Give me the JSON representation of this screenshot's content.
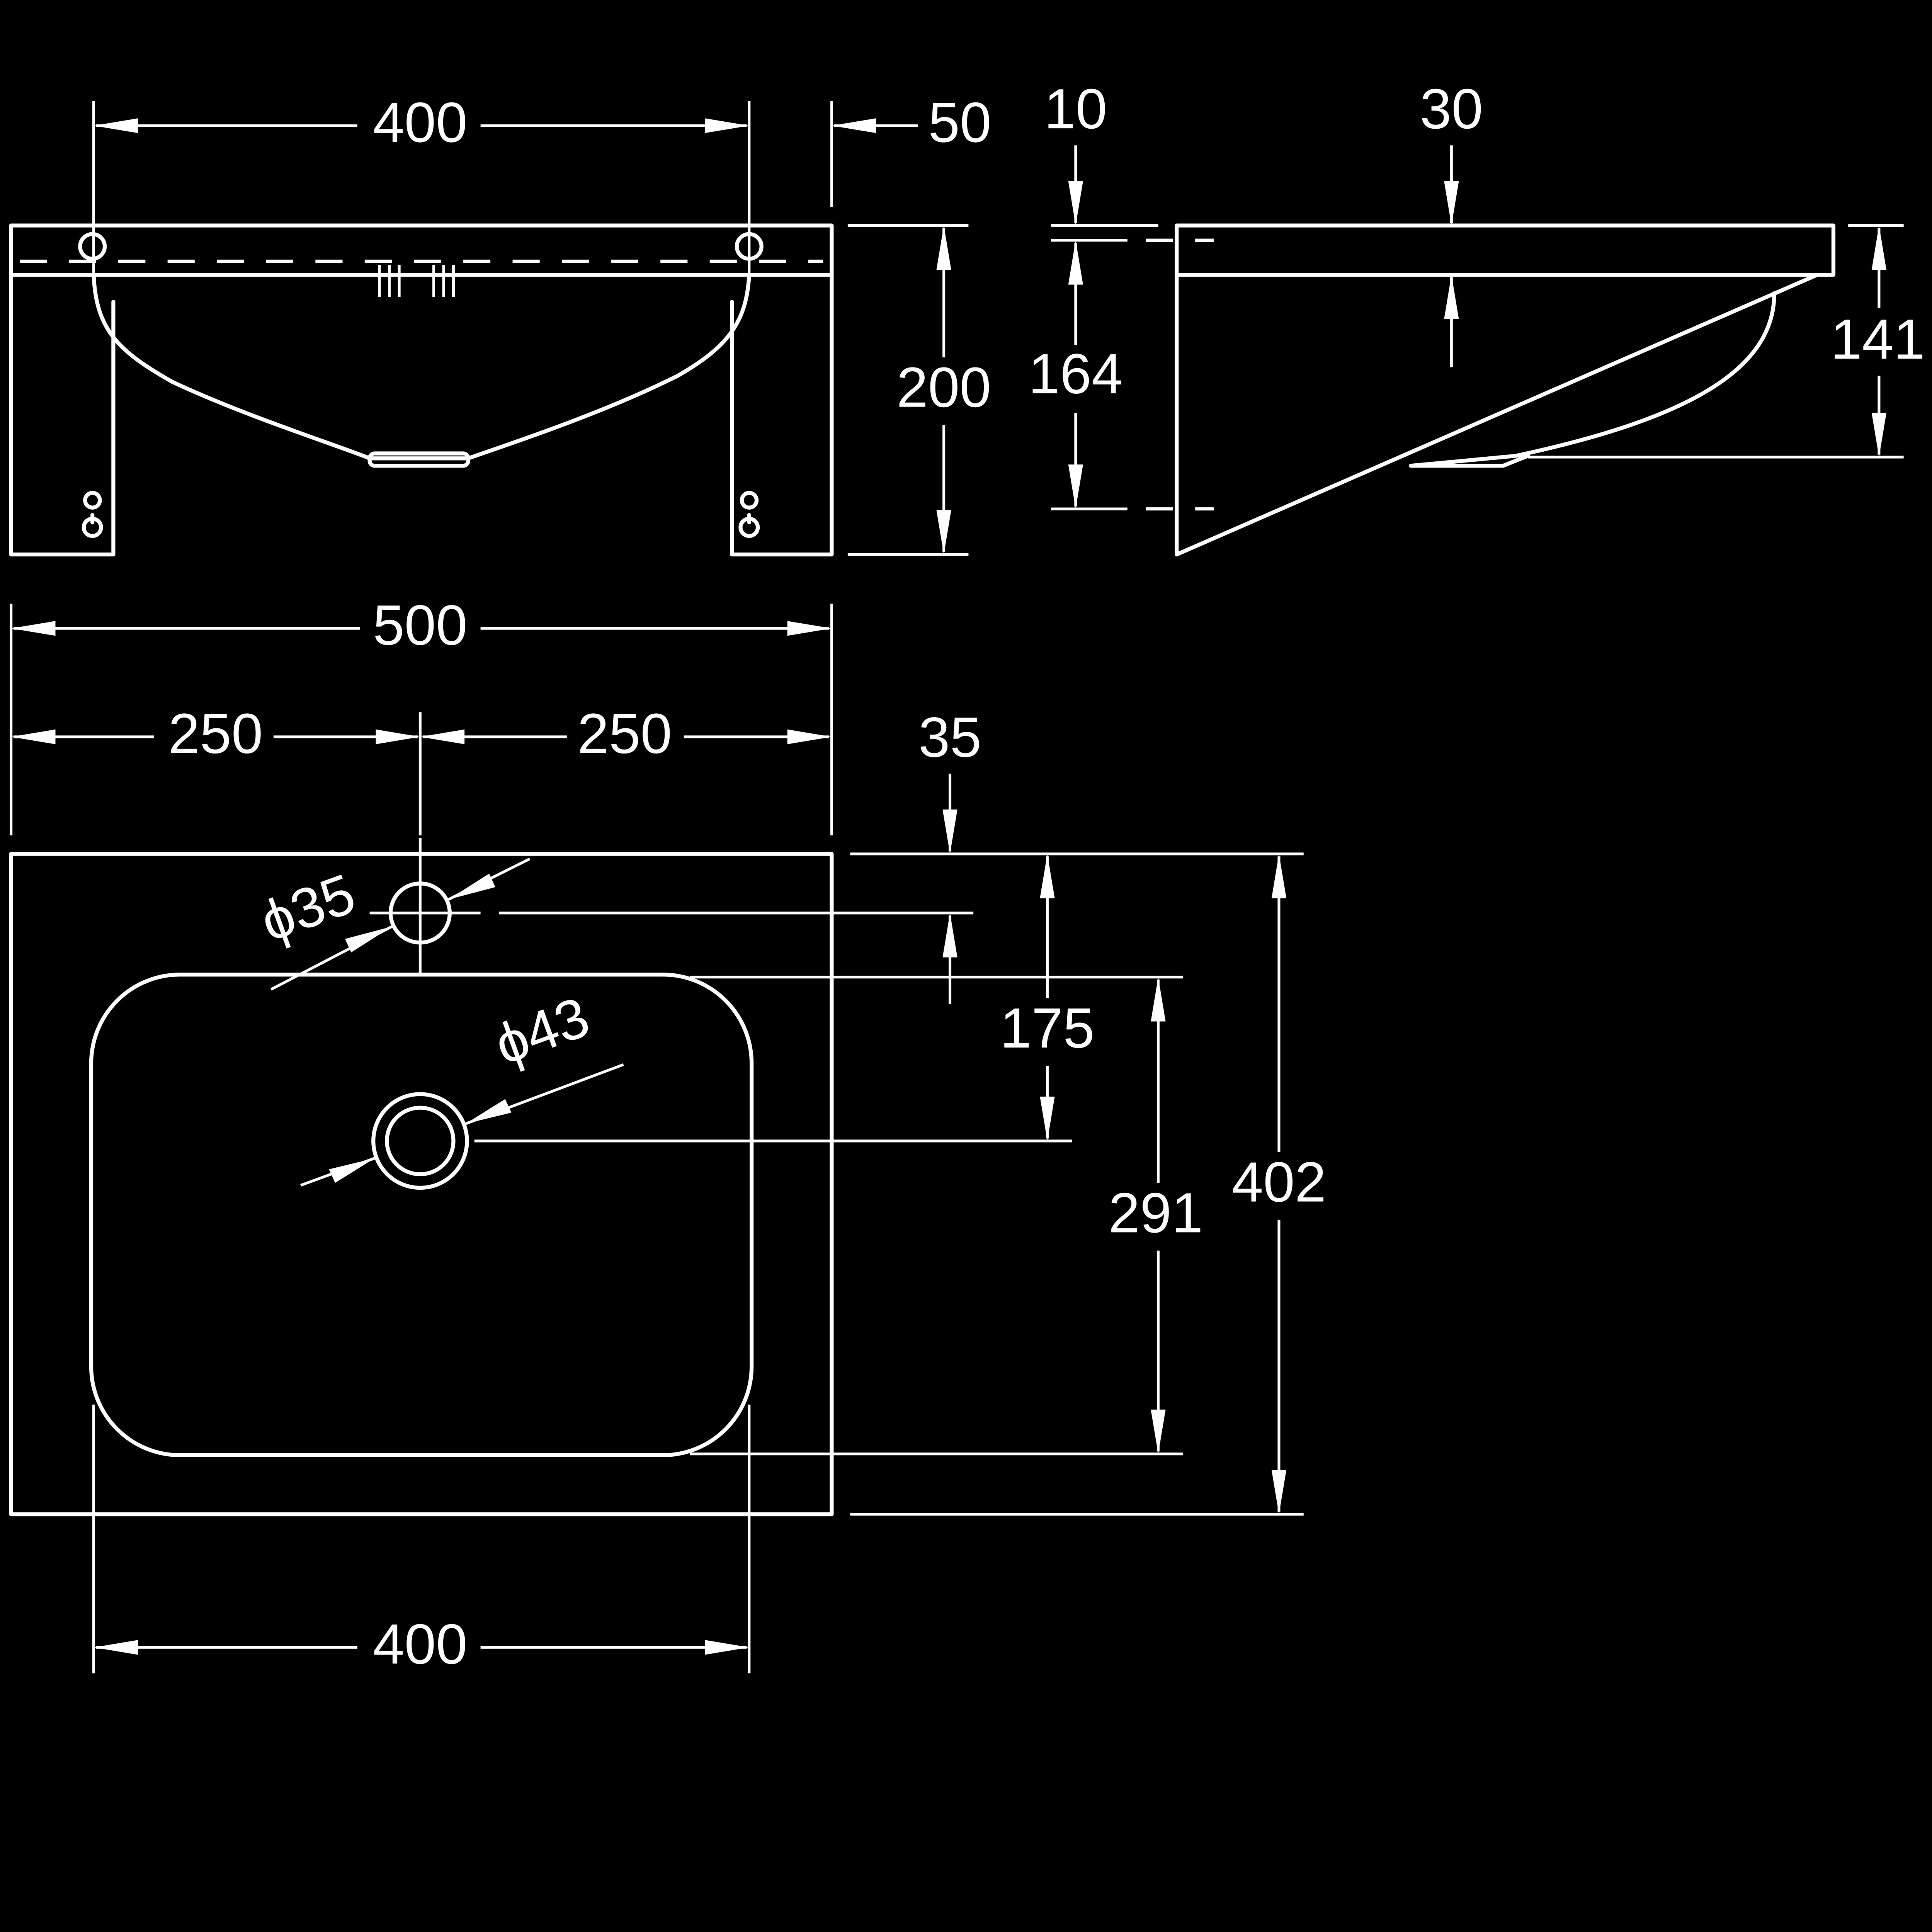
{
  "dimensions": {
    "front_width": "400",
    "front_depth": "50",
    "front_height": "200",
    "side_top": "10",
    "side_depth": "164",
    "side_rim": "30",
    "side_bowl": "141",
    "overall_width": "500",
    "half_left": "250",
    "half_right": "250",
    "tap_hole_diameter": "ϕ35",
    "tap_offset": "35",
    "waste_diameter": "ϕ43",
    "waste_offset": "175",
    "bowl_length": "291",
    "overall_length": "402",
    "bowl_width": "400"
  },
  "colors": {
    "background": "#000000",
    "lines": "#ffffff"
  }
}
